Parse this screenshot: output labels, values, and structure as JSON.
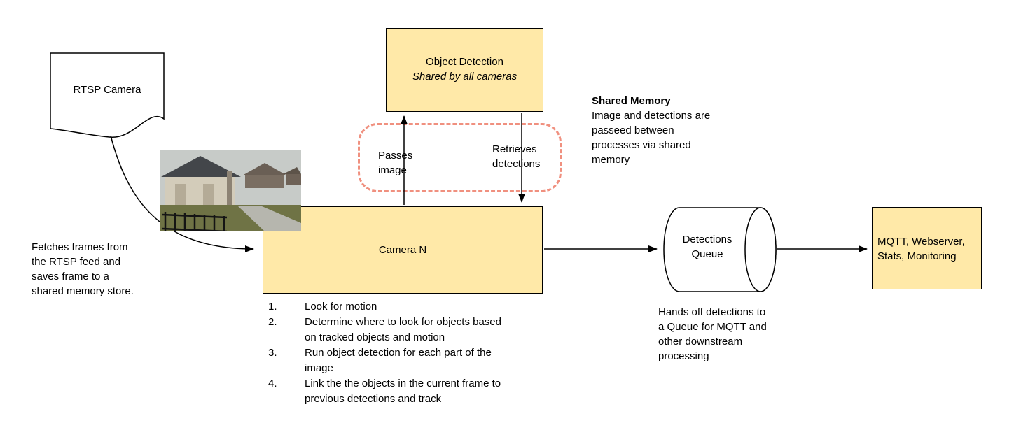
{
  "diagram_title": "Camera detection pipeline diagram",
  "colors": {
    "node_fill": "#ffe9a8",
    "node_border": "#000000",
    "shared_memory_dashed": "#f0907f",
    "arrow": "#000000",
    "background": "#ffffff"
  },
  "nodes": {
    "rtsp_camera": {
      "label": "RTSP Camera",
      "shape": "document"
    },
    "object_detection": {
      "title": "Object Detection",
      "subtitle": "Shared by all cameras",
      "shape": "rectangle"
    },
    "camera_n": {
      "label": "Camera N",
      "shape": "rectangle"
    },
    "detections_queue": {
      "label": "Detections Queue",
      "shape": "queue-cylinder"
    },
    "mqtt": {
      "label": "MQTT, Webserver, Stats, Monitoring",
      "shape": "rectangle"
    }
  },
  "edges": {
    "passes_image": "Passes image",
    "retrieves_detections": "Retrieves detections"
  },
  "notes": {
    "shared_memory": {
      "title": "Shared Memory",
      "body": "Image and detections are passeed between processes via shared memory"
    },
    "fetch": "Fetches frames from the RTSP feed and saves frame to a shared memory store.",
    "hands_off": "Hands off detections to a Queue for MQTT and other downstream processing"
  },
  "camera_steps": [
    {
      "n": "1.",
      "text": "Look for motion"
    },
    {
      "n": "2.",
      "text": "Determine where to look for objects based on tracked objects and motion"
    },
    {
      "n": "3.",
      "text": "Run object detection for each part of the image"
    },
    {
      "n": "4.",
      "text": "Link the the objects in the current frame to previous detections and track"
    }
  ]
}
